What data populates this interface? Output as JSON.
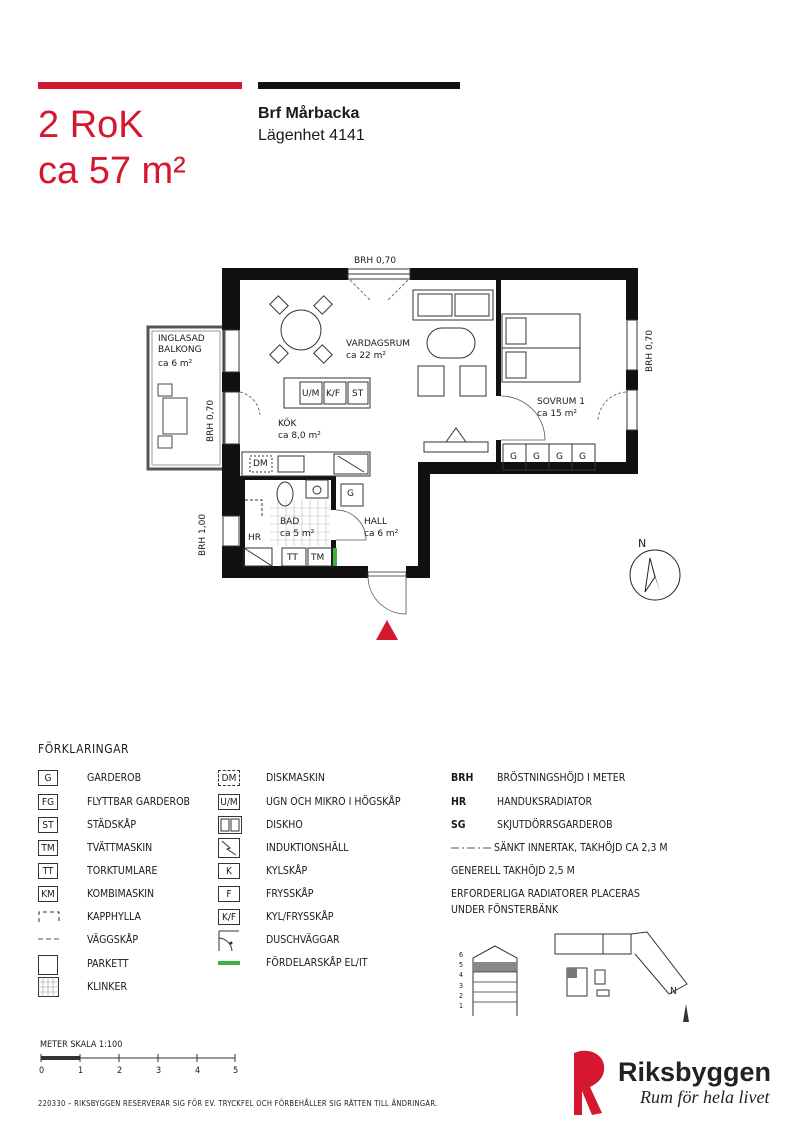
{
  "header": {
    "room_count": "2 RoK",
    "area": "ca 57 m²",
    "project_name": "Brf Mårbacka",
    "apartment": "Lägenhet 4141"
  },
  "plan": {
    "brh_top": "BRH 0,70",
    "brh_right": "BRH 0,70",
    "brh_balcony": "BRH 0,70",
    "brh_bath": "BRH 1,00",
    "rooms": {
      "balkong_name": "INGLASAD BALKONG",
      "balkong_area": "ca 6 m²",
      "vardagsrum_name": "VARDAGSRUM",
      "vardagsrum_area": "ca 22 m²",
      "kok_name": "KÖK",
      "kok_area": "ca 8,0 m²",
      "sovrum_name": "SOVRUM 1",
      "sovrum_area": "ca 15 m²",
      "bad_name": "BAD",
      "bad_area": "ca 5 m²",
      "hall_name": "HALL",
      "hall_area": "ca 6 m²"
    },
    "fixtures": {
      "um": "U/M",
      "kf": "K/F",
      "st": "ST",
      "dm": "DM",
      "g": "G",
      "hr": "HR",
      "tt": "TT",
      "tm": "TM"
    },
    "compass_n": "N"
  },
  "legend": {
    "title": "FÖRKLARINGAR",
    "col1": [
      {
        "code": "G",
        "label": "GARDEROB"
      },
      {
        "code": "FG",
        "label": "FLYTTBAR GARDEROB"
      },
      {
        "code": "ST",
        "label": "STÄDSKÅP"
      },
      {
        "code": "TM",
        "label": "TVÄTTMASKIN"
      },
      {
        "code": "TT",
        "label": "TORKTUMLARE"
      },
      {
        "code": "KM",
        "label": "KOMBIMASKIN"
      },
      {
        "code": "",
        "label": "KAPPHYLLA"
      },
      {
        "code": "",
        "label": "VÄGGSKÅP"
      },
      {
        "code": "",
        "label": "PARKETT"
      },
      {
        "code": "",
        "label": "KLINKER"
      }
    ],
    "col2": [
      {
        "code": "DM",
        "label": "DISKMASKIN"
      },
      {
        "code": "U/M",
        "label": "UGN OCH MIKRO  I HÖGSKÅP"
      },
      {
        "code": "",
        "label": "DISKHO"
      },
      {
        "code": "",
        "label": "INDUKTIONSHÄLL"
      },
      {
        "code": "K",
        "label": "KYLSKÅP"
      },
      {
        "code": "F",
        "label": "FRYSSKÅP"
      },
      {
        "code": "K/F",
        "label": "KYL/FRYSSKÅP"
      },
      {
        "code": "",
        "label": "DUSCHVÄGGAR"
      },
      {
        "code": "",
        "label": "FÖRDELARSKÅP EL/IT"
      }
    ],
    "col3": [
      {
        "abbr": "BRH",
        "label": "BRÖSTNINGSHÖJD I METER"
      },
      {
        "abbr": "HR",
        "label": "HANDUKSRADIATOR"
      },
      {
        "abbr": "SG",
        "label": "SKJUTDÖRRSGARDEROB"
      }
    ],
    "notes": {
      "ceiling_lowered": "SÄNKT INNERTAK, TAKHÖJD CA 2,3 M",
      "ceiling_general": "GENERELL TAKHÖJD 2,5 M",
      "radiators_1": "ERFORDERLIGA RADIATORER PLACERAS",
      "radiators_2": "UNDER FÖNSTERBÄNK"
    },
    "floors": [
      "6",
      "5",
      "4",
      "3",
      "2",
      "1"
    ],
    "site_n": "N",
    "fordelarskap_color": "#3cb13c"
  },
  "scale": {
    "title": "METER  SKALA 1:100",
    "ticks": [
      "0",
      "1",
      "2",
      "3",
      "4",
      "5"
    ]
  },
  "footer": {
    "disclaimer": "220330 – RIKSBYGGEN RESERVERAR SIG FÖR EV. TRYCKFEL OCH FÖRBEHÅLLER SIG RÄTTEN TILL ÄNDRINGAR."
  },
  "logo": {
    "name": "Riksbyggen",
    "slogan": "Rum för hela livet",
    "color": "#d5172f"
  }
}
